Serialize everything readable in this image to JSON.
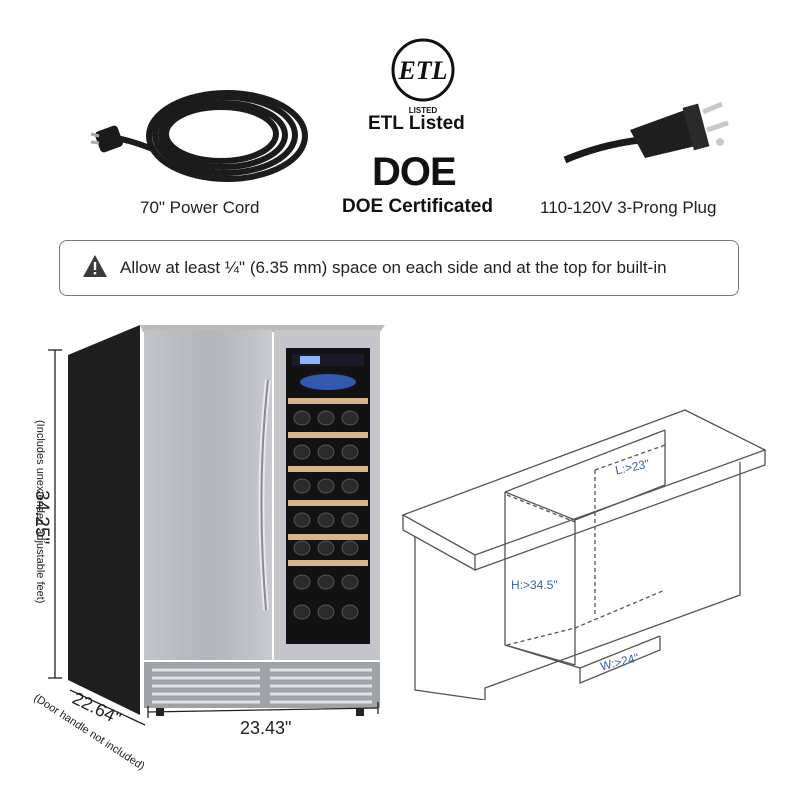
{
  "certifications": {
    "etl_logo_text": "ETL",
    "etl_logo_subtext": "LISTED",
    "etl_label": "ETL Listed",
    "doe_logo_text": "DOE",
    "doe_label": "DOE Certificated"
  },
  "features": {
    "power_cord_label": "70\" Power Cord",
    "plug_label": "110-120V 3-Prong Plug"
  },
  "notice": {
    "icon": "warning-icon",
    "text": "Allow at least ¼\" (6.35 mm) space on each side and at the top for built-in"
  },
  "product_dimensions": {
    "height": "34.25\"",
    "height_note": "(Includes unextended adjustable feet)",
    "depth": "22.64\"",
    "depth_note": "(Door handle not included)",
    "width": "23.43\""
  },
  "cutout_dimensions": {
    "length": "L:>23\"",
    "height": "H:>34.5\"",
    "width": "W:>24\""
  }
}
